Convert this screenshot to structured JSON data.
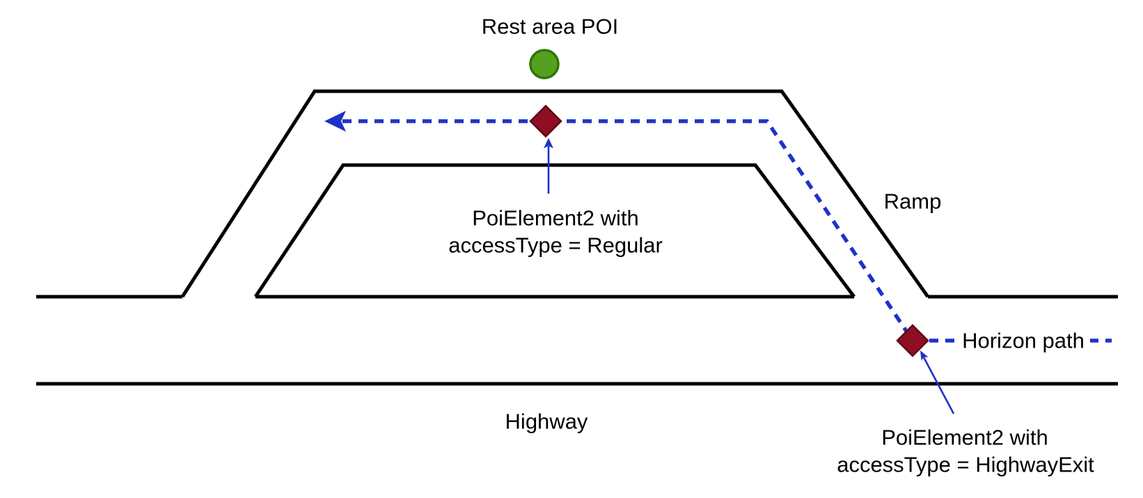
{
  "diagram": {
    "labels": {
      "rest_area_poi": "Rest area POI",
      "ramp": "Ramp",
      "highway": "Highway",
      "horizon_path": "Horizon path",
      "poi_regular_line1": "PoiElement2 with",
      "poi_regular_line2": "accessType = Regular",
      "poi_exit_line1": "PoiElement2 with",
      "poi_exit_line2": "accessType = HighwayExit"
    },
    "colors": {
      "background": "#ffffff",
      "road": "#000000",
      "text": "#000000",
      "horizon_path": "#1E32C8",
      "poi_fill": "#8F0E24",
      "poi_stroke": "#5C0A16",
      "dot_fill": "#55A11F",
      "dot_stroke": "#2D7600"
    }
  }
}
